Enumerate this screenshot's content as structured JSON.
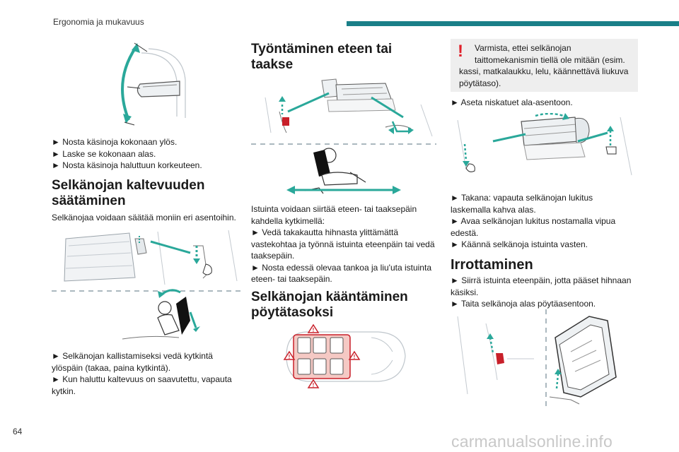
{
  "header": {
    "section_title": "Ergonomia ja mukavuus"
  },
  "col1": {
    "armrest_steps": [
      "► Nosta käsinoja kokonaan ylös.",
      "► Laske se kokonaan alas.",
      "► Nosta käsinoja haluttuun korkeuteen."
    ],
    "recline_heading": [
      "Selkänojan kaltevuuden",
      "säätäminen"
    ],
    "recline_intro": "Selkänojaa voidaan säätää moniin eri asentoihin.",
    "recline_steps": [
      "► Selkänojan kallistamiseksi vedä kytkintä",
      "ylöspäin (takaa, paina kytkintä).",
      "► Kun haluttu kaltevuus on saavutettu, vapauta",
      "kytkin."
    ]
  },
  "col2": {
    "slide_heading": [
      "Työntäminen eteen tai",
      "taakse"
    ],
    "slide_text": [
      "Istuinta voidaan siirtää eteen- tai taaksepäin",
      "kahdella kytkimellä:",
      "► Vedä takakautta hihnasta ylittämättä",
      "vastekohtaa ja työnnä istuinta eteenpäin tai vedä",
      "taaksepäin.",
      "► Nosta edessä olevaa tankoa ja liu'uta istuinta",
      "eteen- tai taaksepäin."
    ],
    "table_heading": [
      "Selkänojan kääntäminen",
      "pöytätasoksi"
    ]
  },
  "col3": {
    "warning_mark": "!",
    "warning_lines": [
      "Varmista, ettei selkänojan",
      "taittomekanismin tiellä ole mitään (esim.",
      "kassi, matkalaukku, lelu, käännettävä liukuva",
      "pöytätaso)."
    ],
    "headrest_step": "► Aseta niskatuet ala-asentoon.",
    "fold_steps": [
      "► Takana: vapauta selkänojan lukitus",
      "laskemalla kahva alas.",
      "► Avaa selkänojan lukitus nostamalla vipua",
      "edestä.",
      "► Käännä selkänoja istuinta vasten."
    ],
    "remove_heading": "Irrottaminen",
    "remove_steps": [
      "► Siirrä istuinta eteenpäin, jotta pääset hihnaan",
      "käsiksi.",
      "► Taita selkänoja alas pöytäasentoon."
    ]
  },
  "footer": {
    "page_number": "64",
    "watermark": "carmanualsonline.info"
  },
  "colors": {
    "accent": "#1a7f88",
    "arrow": "#2aa89a",
    "warning": "#e0202a",
    "panel": "#eeeeee",
    "text": "#1a1a1a"
  },
  "figure_labels": {
    "warning_triangle": "!"
  }
}
